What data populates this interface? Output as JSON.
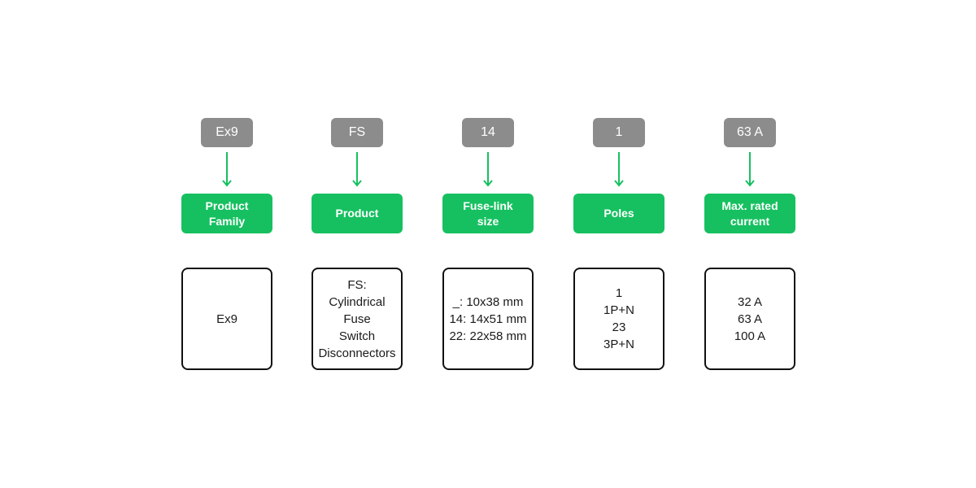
{
  "colors": {
    "code_chip": "#8c8c8c",
    "label_box": "#16c060",
    "arrow": "#16c060",
    "desc_border": "#111111"
  },
  "columns": [
    {
      "code": "Ex9",
      "label": "Product\nFamily",
      "desc": [
        "Ex9"
      ]
    },
    {
      "code": "FS",
      "label": "Product",
      "desc": [
        "FS:",
        "Cylindrical",
        "Fuse",
        "Switch",
        "Disconnectors"
      ]
    },
    {
      "code": "14",
      "label": "Fuse-link\nsize",
      "desc": [
        "_: 10x38 mm",
        "14: 14x51 mm",
        "22: 22x58 mm"
      ]
    },
    {
      "code": "1",
      "label": "Poles",
      "desc": [
        "1",
        "1P+N",
        "23",
        "3P+N"
      ]
    },
    {
      "code": "63 A",
      "label": "Max. rated\ncurrent",
      "desc": [
        "32 A",
        "63 A",
        "100 A"
      ]
    }
  ]
}
